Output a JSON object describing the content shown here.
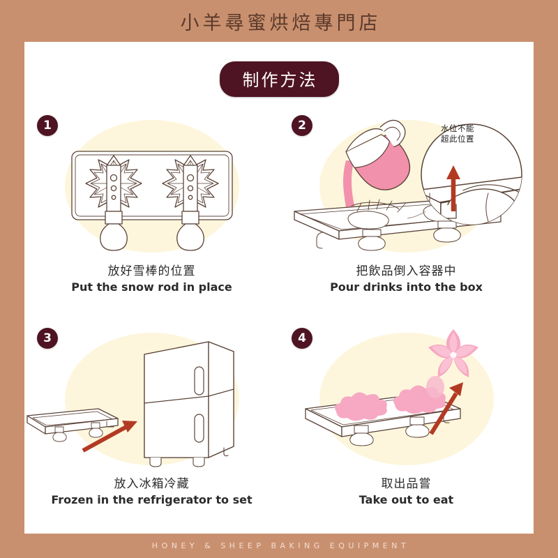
{
  "header": {
    "title": "小羊尋蜜烘焙專門店"
  },
  "card": {
    "section_title": "制作方法"
  },
  "steps": [
    {
      "number": "1",
      "caption_zh": "放好雪棒的位置",
      "caption_en": "Put the snow rod in place",
      "illustration": "popsicle-mold-tray-with-sticks"
    },
    {
      "number": "2",
      "caption_zh": "把飲品倒入容器中",
      "caption_en": "Pour drinks into the box",
      "illustration": "cup-pouring-pink-liquid-into-mold",
      "callout": {
        "line1": "水位不能",
        "line2": "超此位置",
        "marker": "red-up-arrow"
      }
    },
    {
      "number": "3",
      "caption_zh": "放入冰箱冷藏",
      "caption_en": "Frozen in the refrigerator to set",
      "illustration": "tray-into-refrigerator"
    },
    {
      "number": "4",
      "caption_zh": "取出品嘗",
      "caption_en": "Take out to eat",
      "illustration": "flower-popsicle-lifted-from-tray"
    }
  ],
  "footer": {
    "text": "HONEY & SHEEP BAKING EQUIPMENT"
  },
  "colors": {
    "background": "#c9906f",
    "card": "#ffffff",
    "accent_dark": "#4e1423",
    "ellipse_cream": "#fdf6dc",
    "arrow_red": "#b33a22",
    "liquid_pink": "#f2a0b5",
    "line_art": "#4a3a33",
    "footer_text": "#f3ded2",
    "header_text": "#5b3a2b"
  }
}
